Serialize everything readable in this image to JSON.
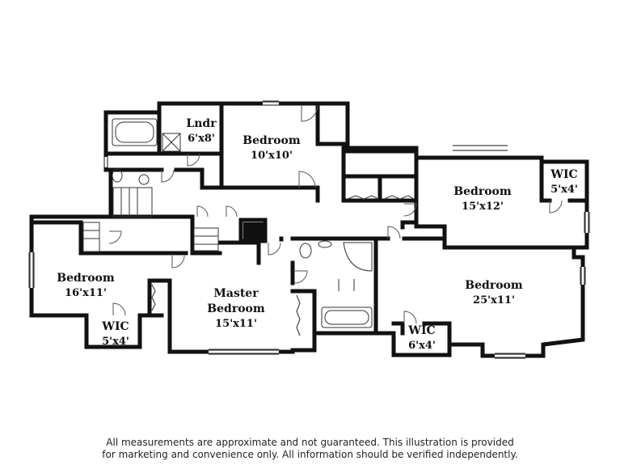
{
  "rooms": [
    {
      "id": "laundry",
      "name": "Lndr",
      "size": "6'x8'"
    },
    {
      "id": "bedroom-a",
      "name": "Bedroom",
      "size": "10'x10'"
    },
    {
      "id": "bedroom-b",
      "name": "Bedroom",
      "size": "15'x12'"
    },
    {
      "id": "wic-a",
      "name": "WIC",
      "size": "5'x4'"
    },
    {
      "id": "bedroom-c",
      "name": "Bedroom",
      "size": "16'x11'"
    },
    {
      "id": "wic-b",
      "name": "WIC",
      "size": "5'x4'"
    },
    {
      "id": "master",
      "name": "Master",
      "name2": "Bedroom",
      "size": "15'x11'"
    },
    {
      "id": "bedroom-d",
      "name": "Bedroom",
      "size": "25'x11'"
    },
    {
      "id": "wic-c",
      "name": "WIC",
      "size": "6'x4'"
    }
  ],
  "disclaimer": {
    "line1": "All measurements are approximate and not guaranteed. This illustration is provided",
    "line2": "for marketing and convenience only. All information should be verified independently."
  }
}
